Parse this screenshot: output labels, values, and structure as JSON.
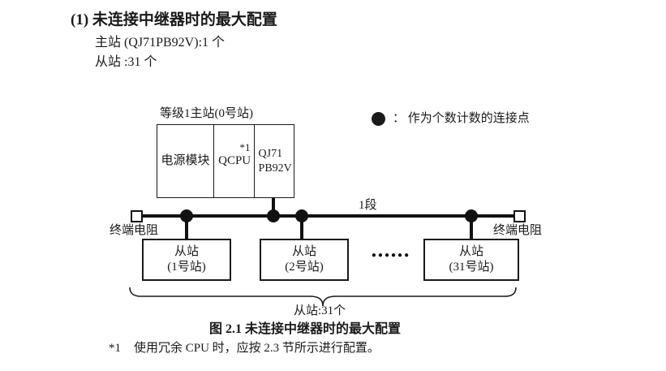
{
  "page": {
    "heading": "(1) 未连接中继器时的最大配置",
    "master_line": "主站 (QJ71PB92V):1 个",
    "slave_line": "从站 :31 个",
    "caption": "图 2.1 未连接中继器时的最大配置",
    "footnote_marker": "*1",
    "footnote_text": "使用冗余 CPU 时，应按 2.3 节所示进行配置。"
  },
  "diagram": {
    "master_label": "等级1主站(0号站)",
    "master": {
      "power_module": "电源模块",
      "cpu": "QCPU",
      "cpu_sup": "*1",
      "module_line1": "QJ71",
      "module_line2": "PB92V"
    },
    "legend": {
      "icon": "filled-circle-icon",
      "text": "：  作为个数计数的连接点"
    },
    "segment_label": "1段",
    "terminator_left": "终端电阻",
    "terminator_right": "终端电阻",
    "slaves": [
      {
        "line1": "从站",
        "line2": "(1号站)"
      },
      {
        "line1": "从站",
        "line2": "(2号站)"
      },
      {
        "line1": "从站",
        "line2": "(31号站)"
      }
    ],
    "ellipsis": "●●●●●●",
    "brace_label": "从站:31个"
  },
  "colors": {
    "ink": "#1a1a1a",
    "line": "#111111",
    "background": "#ffffff"
  }
}
